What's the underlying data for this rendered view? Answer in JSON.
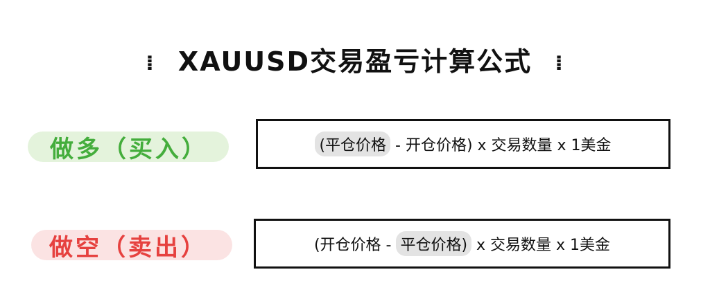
{
  "title": {
    "text": "XAUUSD交易盈亏计算公式",
    "left_deco": "⁞",
    "right_deco": "⁞"
  },
  "rows": [
    {
      "label": "做多（买入）",
      "label_color": "#44ad3c",
      "label_bg": "#e4f3dc",
      "formula": {
        "part1": "(平仓价格",
        "part2": " - 开仓价格)",
        "part3": " x 交易数量 x 1美金"
      }
    },
    {
      "label": "做空（卖出）",
      "label_color": "#e6413f",
      "label_bg": "#fbe3e3",
      "formula": {
        "part1": "(开仓价格 - ",
        "part2": "平仓价格)",
        "part3": " x 交易数量 x 1美金"
      }
    }
  ]
}
